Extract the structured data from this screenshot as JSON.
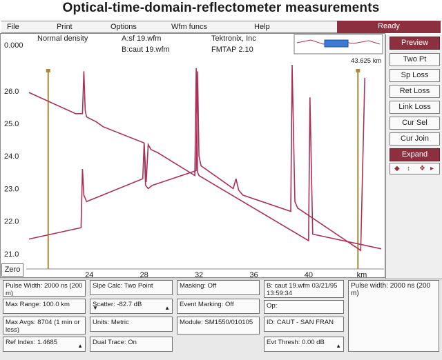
{
  "title": "Optical-time-domain-reflectometer measurements",
  "menu": {
    "items": [
      "File",
      "Print",
      "Options",
      "Wfm funcs",
      "Help"
    ],
    "status": "Ready"
  },
  "plot_header": {
    "top_value": "0.000",
    "density": "Normal density",
    "wfm_a": "A:sf 19.wfm",
    "wfm_b": "B:caut 19.wfm",
    "vendor": "Tektronix, Inc",
    "version": "FMTAP 2.10",
    "cursor_readout": "43.625 km"
  },
  "zero_button": "Zero",
  "side_buttons": [
    "Preview",
    "Two Pt",
    "Sp Loss",
    "Ret Loss",
    "Link Loss",
    "Cur Sel",
    "Cur Join",
    "Expand"
  ],
  "active_side_buttons": [
    "Preview",
    "Expand"
  ],
  "nav_arrows": [
    "left-right",
    "up-down",
    "diamond",
    "left-right-end"
  ],
  "bottom_panel": {
    "col1": [
      "Pulse Width: 2000 ns (200 m)",
      "Max Range: 100.0 km",
      "Max Avgs: 8704 (1 min or less)",
      "Ref Index: 1.4685"
    ],
    "col2": [
      "Slpe Calc: Two Point",
      "Scatter: -82.7 dB",
      "Units: Metric",
      "Dual Trace: On"
    ],
    "col3": [
      "Masking: Off",
      "Event Marking: Off",
      "Module: SM1550/010105",
      ""
    ],
    "col4": [
      "B: caut 19.wfm 03/21/95 13:59:34",
      "Op:",
      "ID: CAUT - SAN FRAN",
      "Evt Thresh: 0.00 dB"
    ],
    "info": "Pulse width: 2000 ns (200 m)"
  },
  "colors": {
    "trace": "#a8305a",
    "cursor": "#a88a3a",
    "accent": "#8c3040"
  },
  "chart_data": {
    "type": "line",
    "x_unit": "km",
    "x_ticks": [
      24,
      28,
      32,
      36,
      40
    ],
    "y_ticks": [
      21.0,
      22.0,
      23.0,
      24.0,
      25.0,
      26.0
    ],
    "xlim": [
      19.5,
      45.5
    ],
    "ylim": [
      20.7,
      26.8
    ],
    "series": [
      {
        "x": [
          19.6,
          23.0,
          23.5,
          23.6,
          23.7,
          23.8,
          24.5,
          25.0,
          28.0,
          28.15,
          28.3,
          28.5,
          29.0,
          31.7,
          31.8,
          31.9,
          32.0,
          32.2,
          40.0,
          40.1,
          40.3,
          45.3
        ],
        "y": [
          25.95,
          25.3,
          25.3,
          26.6,
          25.4,
          25.2,
          25.05,
          24.9,
          24.4,
          23.2,
          24.35,
          24.2,
          24.1,
          23.4,
          26.7,
          23.5,
          23.4,
          23.35,
          21.4,
          25.8,
          21.6,
          21.15
        ]
      },
      {
        "x": [
          19.6,
          23.4,
          23.5,
          23.6,
          23.7,
          23.8,
          27.9,
          28.0,
          28.1,
          28.3,
          28.6,
          31.8,
          31.9,
          32.0,
          32.15,
          34.5,
          34.7,
          34.9,
          35.2,
          38.7,
          38.8,
          39.0,
          39.2,
          43.8,
          44.1
        ],
        "y": [
          21.45,
          21.8,
          23.6,
          22.8,
          22.7,
          22.6,
          23.3,
          24.4,
          23.1,
          23.0,
          23.1,
          23.55,
          26.6,
          24.0,
          23.7,
          23.0,
          23.3,
          22.95,
          22.8,
          22.3,
          26.8,
          22.6,
          22.4,
          21.1,
          26.4
        ]
      }
    ],
    "cursors_km": [
      21.0,
      43.6
    ]
  }
}
